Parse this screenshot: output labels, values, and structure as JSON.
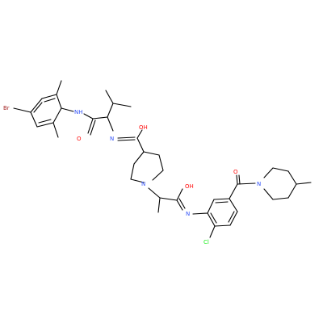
{
  "molecule": {
    "bond_color": "#000000",
    "atom_colors": {
      "Br": "#A62929",
      "N": "#3050F8",
      "O": "#FF0D0D",
      "Cl": "#1FF01F"
    },
    "atoms": [
      {
        "id": "br",
        "label": "Br",
        "element": "Br"
      },
      {
        "id": "nh",
        "label": "NH",
        "element": "N"
      },
      {
        "id": "o1",
        "label": "O",
        "element": "O"
      },
      {
        "id": "n1",
        "label": "N",
        "element": "N"
      },
      {
        "id": "oh1",
        "label": "OH",
        "element": "O"
      },
      {
        "id": "n2",
        "label": "N",
        "element": "N"
      },
      {
        "id": "oh2",
        "label": "OH",
        "element": "O"
      },
      {
        "id": "n3",
        "label": "N",
        "element": "N"
      },
      {
        "id": "o2",
        "label": "O",
        "element": "O"
      },
      {
        "id": "n4",
        "label": "N",
        "element": "N"
      },
      {
        "id": "cl",
        "label": "Cl",
        "element": "Cl"
      }
    ]
  }
}
